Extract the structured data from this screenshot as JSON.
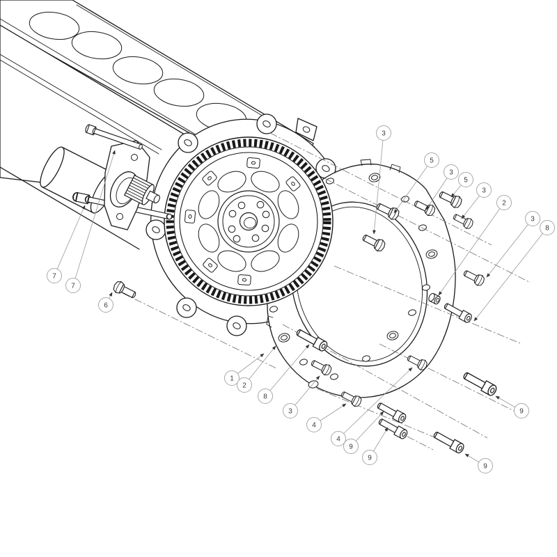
{
  "drawing": {
    "type": "exploded-assembly-technical-drawing",
    "background": "#ffffff",
    "line_color": "#1a1a1a",
    "centerline_color": "#777777",
    "leader_color": "#999999",
    "balloon_stroke": "#a8a8a8",
    "balloon_text_color": "#3a3a3a"
  },
  "callouts": [
    {
      "number": "3"
    },
    {
      "number": "5"
    },
    {
      "number": "3"
    },
    {
      "number": "5"
    },
    {
      "number": "3"
    },
    {
      "number": "2"
    },
    {
      "number": "3"
    },
    {
      "number": "8"
    },
    {
      "number": "7"
    },
    {
      "number": "7"
    },
    {
      "number": "6"
    },
    {
      "number": "1"
    },
    {
      "number": "2"
    },
    {
      "number": "8"
    },
    {
      "number": "3"
    },
    {
      "number": "4"
    },
    {
      "number": "4"
    },
    {
      "number": "9"
    },
    {
      "number": "9"
    },
    {
      "number": "9"
    },
    {
      "number": "9"
    }
  ]
}
